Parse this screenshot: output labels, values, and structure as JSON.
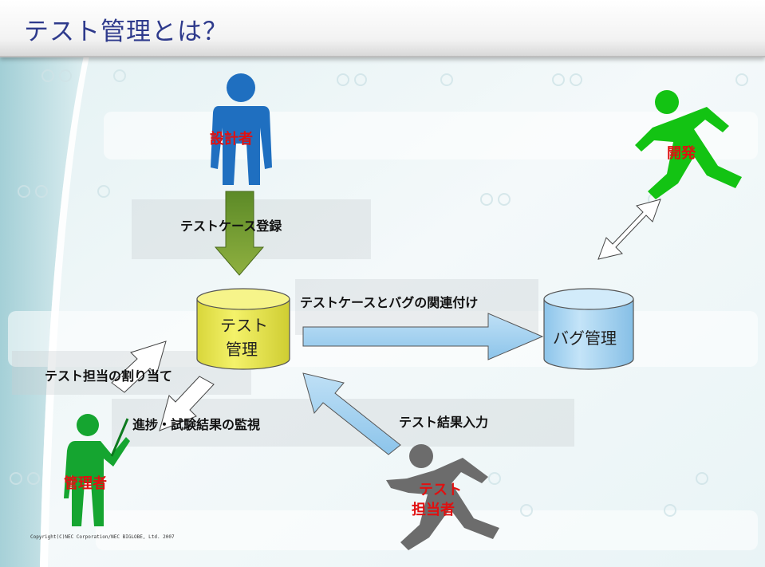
{
  "title": "テスト管理とは？",
  "roles": {
    "designer": "設計者",
    "developer": "開発",
    "manager": "管理者",
    "tester": [
      "テスト",
      "担当者"
    ]
  },
  "nodes": {
    "test_management": [
      "テスト",
      "管理"
    ],
    "bug_management": "バグ管理"
  },
  "edges": {
    "testcase_registration": "テストケース登録",
    "link_testcase_bug": "テストケースとバグの関連付け",
    "assign_tester": "テスト担当の割り当て",
    "monitor_progress": "進捗・試験結果の監視",
    "enter_results": "テスト結果入力"
  },
  "copyright": "Copyright(C)NEC Corporation/NEC BIGLOBE, Ltd. 2007",
  "colors": {
    "title": "#2e3a8c",
    "designer_figure": "#1f6fc0",
    "developer_figure": "#13c313",
    "manager_figure": "#15a530",
    "tester_figure": "#6c6c6c",
    "role_label": "#e01010",
    "test_cylinder": "#f0ee5a",
    "bug_cylinder": "#a8d5f2",
    "arrow_green": "#6b8f2c",
    "arrow_blue": "#a8d5f2"
  }
}
